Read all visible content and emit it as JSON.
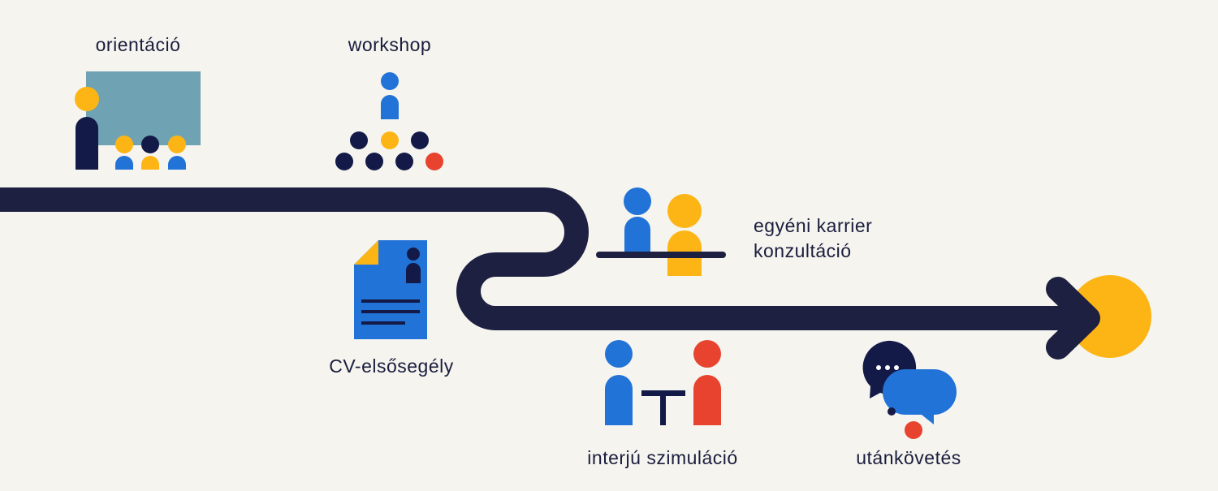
{
  "colors": {
    "background": "#f5f4ef",
    "path": "#1d2040",
    "navy": "#131a47",
    "blue": "#2273d7",
    "yellow": "#fdb515",
    "red": "#e8432f",
    "board": "#6fa3b3"
  },
  "steps": [
    {
      "id": "orientacio",
      "label": "orientáció",
      "icon": "classroom-icon"
    },
    {
      "id": "workshop",
      "label": "workshop",
      "icon": "group-workshop-icon"
    },
    {
      "id": "cv",
      "label": "CV-elsősegély",
      "icon": "cv-document-icon"
    },
    {
      "id": "egyeni",
      "label_line1": "egyéni karrier",
      "label_line2": "konzultáció",
      "icon": "consultation-icon"
    },
    {
      "id": "interju",
      "label": "interjú szimuláció",
      "icon": "interview-icon"
    },
    {
      "id": "utankovetes",
      "label": "utánkövetés",
      "icon": "chat-bubbles-icon"
    }
  ],
  "goal": {
    "icon": "goal-circle-icon"
  }
}
